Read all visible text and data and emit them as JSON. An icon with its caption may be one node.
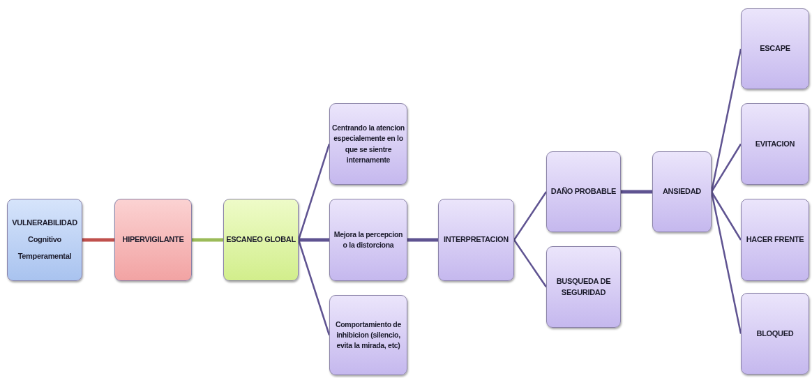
{
  "diagram": {
    "nodes": [
      {
        "text": [
          "VULNERABILIDAD",
          "Cognitivo",
          "Temperamental"
        ]
      },
      {
        "text": [
          "HIPERVIGILANTE"
        ]
      },
      {
        "text": [
          "ESCANEO GLOBAL"
        ]
      },
      {
        "text": [
          "Centrando la atencion especialemente en lo que se sientre internamente"
        ]
      },
      {
        "text": [
          "Mejora la percepcion o la distorciona"
        ]
      },
      {
        "text": [
          "Comportamiento de inhibicion (silencio, evita la mirada,  etc)"
        ]
      },
      {
        "text": [
          "INTERPRETACION"
        ]
      },
      {
        "text": [
          "DAÑO PROBABLE"
        ]
      },
      {
        "text": [
          "BUSQUEDA DE SEGURIDAD"
        ]
      },
      {
        "text": [
          "ANSIEDAD"
        ]
      },
      {
        "text": [
          "ESCAPE"
        ]
      },
      {
        "text": [
          "EVITACION"
        ]
      },
      {
        "text": [
          "HACER FRENTE"
        ]
      },
      {
        "text": [
          "BLOQUED"
        ]
      }
    ],
    "edges": [
      {
        "from": 0,
        "to": 1,
        "arrow": "none",
        "style": "thick",
        "color": "#c0504d"
      },
      {
        "from": 1,
        "to": 2,
        "arrow": "none",
        "style": "thick",
        "color": "#9bbb59"
      },
      {
        "from": 2,
        "to": 3,
        "arrow": "none"
      },
      {
        "from": 2,
        "to": 4,
        "arrow": "none",
        "style": "thick"
      },
      {
        "from": 2,
        "to": 5,
        "arrow": "none"
      },
      {
        "from": 4,
        "to": 6,
        "arrow": "none",
        "style": "thick"
      },
      {
        "from": 6,
        "to": 7,
        "arrow": "none"
      },
      {
        "from": 6,
        "to": 8,
        "arrow": "none"
      },
      {
        "from": 7,
        "to": 9,
        "arrow": "none",
        "style": "thick"
      },
      {
        "from": 9,
        "to": 10,
        "arrow": "none"
      },
      {
        "from": 9,
        "to": 11,
        "arrow": "none"
      },
      {
        "from": 9,
        "to": 12,
        "arrow": "none"
      },
      {
        "from": 9,
        "to": 13,
        "arrow": "none"
      }
    ]
  }
}
